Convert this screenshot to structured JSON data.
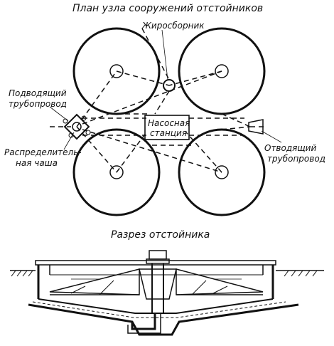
{
  "plan": {
    "title": "План узла сооружений отстойников",
    "labels": {
      "grease_collector": "Жиросборник",
      "inlet_pipe_line1": "Подводящий",
      "inlet_pipe_line2": "трубопровод",
      "pump_station_line1": "Насосная",
      "pump_station_line2": "станция",
      "distribution_line1": "Распределитель-",
      "distribution_line2": "ная чаша",
      "outlet_pipe_line1": "Отводящий",
      "outlet_pipe_line2": "трубопровод"
    }
  },
  "section": {
    "title": "Разрез отстойника"
  }
}
